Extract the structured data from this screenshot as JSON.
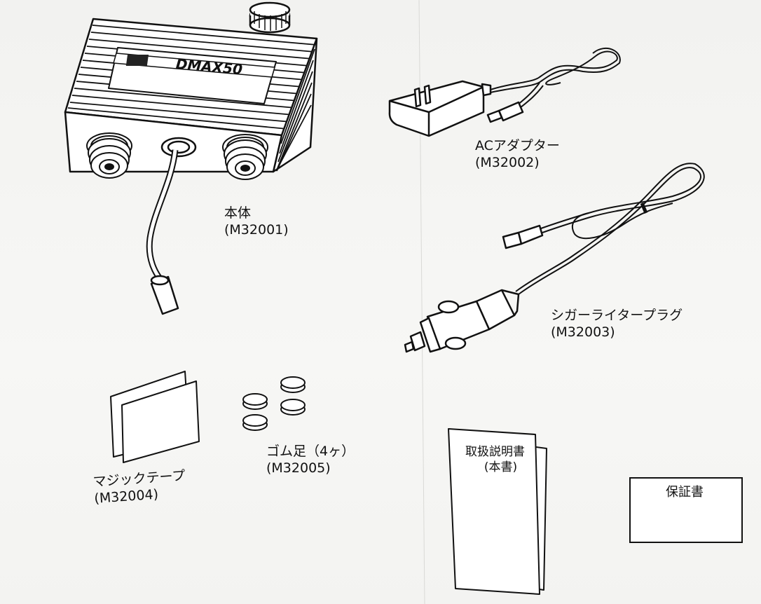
{
  "main_unit": {
    "brand_text": "DMAX50",
    "name": "本体",
    "part_no": "(M32001)"
  },
  "ac_adapter": {
    "name": "ACアダプター",
    "part_no": "(M32002)"
  },
  "cigar_plug": {
    "name": "シガーライタープラグ",
    "part_no": "(M32003)"
  },
  "velcro_tape": {
    "name": "マジックテープ",
    "part_no": "(M32004)"
  },
  "rubber_feet": {
    "name": "ゴム足（4ヶ）",
    "part_no": "(M32005)"
  },
  "manual": {
    "title": "取扱説明書",
    "subtitle": "(本書)"
  },
  "warranty": {
    "title": "保証書"
  }
}
